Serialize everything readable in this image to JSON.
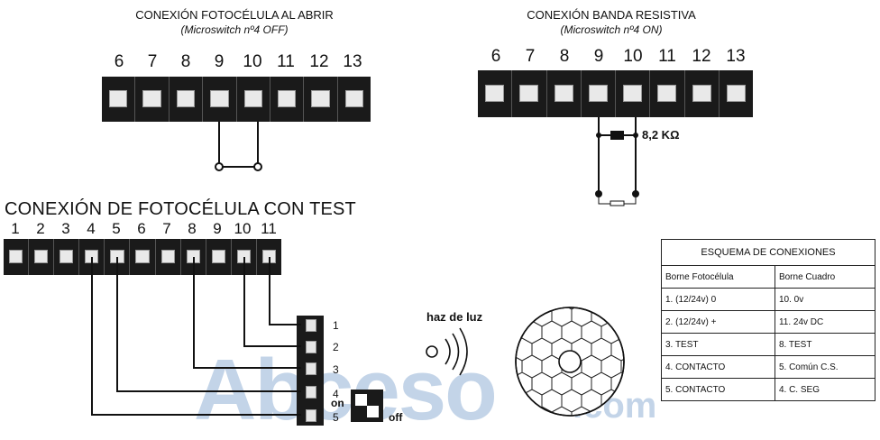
{
  "top_left": {
    "title": "CONEXIÓN FOTOCÉLULA AL ABRIR",
    "subtitle": "(Microswitch nº4 OFF)",
    "terminals": [
      "6",
      "7",
      "8",
      "9",
      "10",
      "11",
      "12",
      "13"
    ]
  },
  "top_right": {
    "title": "CONEXIÓN BANDA RESISTIVA",
    "subtitle": "(Microswitch nº4 ON)",
    "terminals": [
      "6",
      "7",
      "8",
      "9",
      "10",
      "11",
      "12",
      "13"
    ],
    "resistor_label": "8,2 KΩ"
  },
  "bottom": {
    "title": "CONEXIÓN DE FOTOCÉLULA CON TEST",
    "terminals": [
      "1",
      "2",
      "3",
      "4",
      "5",
      "6",
      "7",
      "8",
      "9",
      "10",
      "11"
    ],
    "photocell_terminals": [
      "1",
      "2",
      "3",
      "4",
      "5"
    ],
    "beam_label": "haz de luz",
    "dip_on": "on",
    "dip_off": "off"
  },
  "watermark": {
    "main": "Abceso",
    "suffix": ".com"
  },
  "table": {
    "title": "ESQUEMA DE CONEXIONES",
    "headers": [
      "Borne Fotocélula",
      "Borne Cuadro"
    ],
    "rows": [
      [
        "1. (12/24v)  0",
        "10. 0v"
      ],
      [
        "2. (12/24v)  +",
        "11. 24v DC"
      ],
      [
        "3. TEST",
        "8. TEST"
      ],
      [
        "4. CONTACTO",
        "5. Común C.S."
      ],
      [
        "5. CONTACTO",
        "4. C. SEG"
      ]
    ]
  }
}
